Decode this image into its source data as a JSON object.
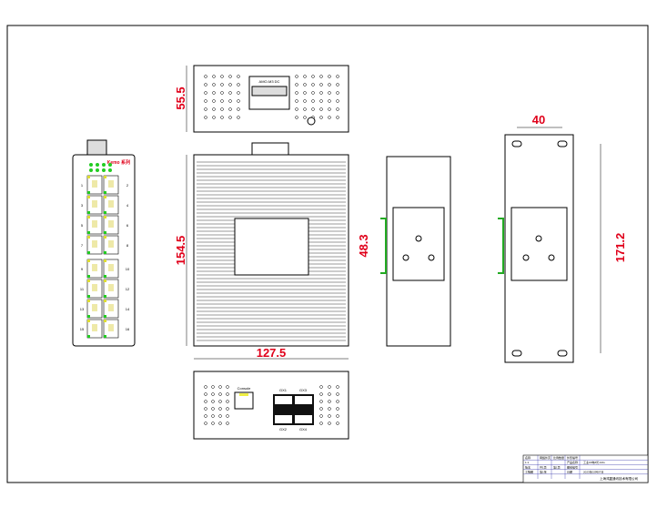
{
  "dimensions": {
    "top_height": "55.5",
    "side_height": "154.5",
    "side_width": "127.5",
    "din_rail": "48.3",
    "bracket_width": "40",
    "bracket_height": "171.2"
  },
  "front_panel": {
    "brand": "Kemo 系列",
    "left_ports": [
      "1",
      "3",
      "5",
      "7",
      "9",
      "11",
      "13",
      "15"
    ],
    "right_ports": [
      "2",
      "4",
      "6",
      "8",
      "10",
      "12",
      "14",
      "16"
    ],
    "led_color": "#22cc22",
    "port_led_color": "#dddd33"
  },
  "top_view": {
    "terminal_label": "AMO-M3 DC"
  },
  "bottom_view": {
    "console_label": "Console",
    "fiber_labels": [
      "GX1",
      "GX3",
      "GX2",
      "GX4"
    ]
  },
  "title_block": {
    "company": "上海鸿翼通讯技术有限公司",
    "rows": [
      [
        "名称",
        "网络外壳",
        "比例数量",
        "外形编号",
        ""
      ],
      [
        "1:1",
        "",
        "",
        "产品名称",
        "工业16电8光-10G"
      ],
      [
        "版本",
        "共1页",
        "第1页",
        "图纸编号",
        ""
      ],
      [
        "工程图",
        "第1张",
        "",
        "日期",
        "2023年02月07日"
      ]
    ]
  },
  "colors": {
    "dimension": "#e0001a",
    "line": "#000000"
  }
}
